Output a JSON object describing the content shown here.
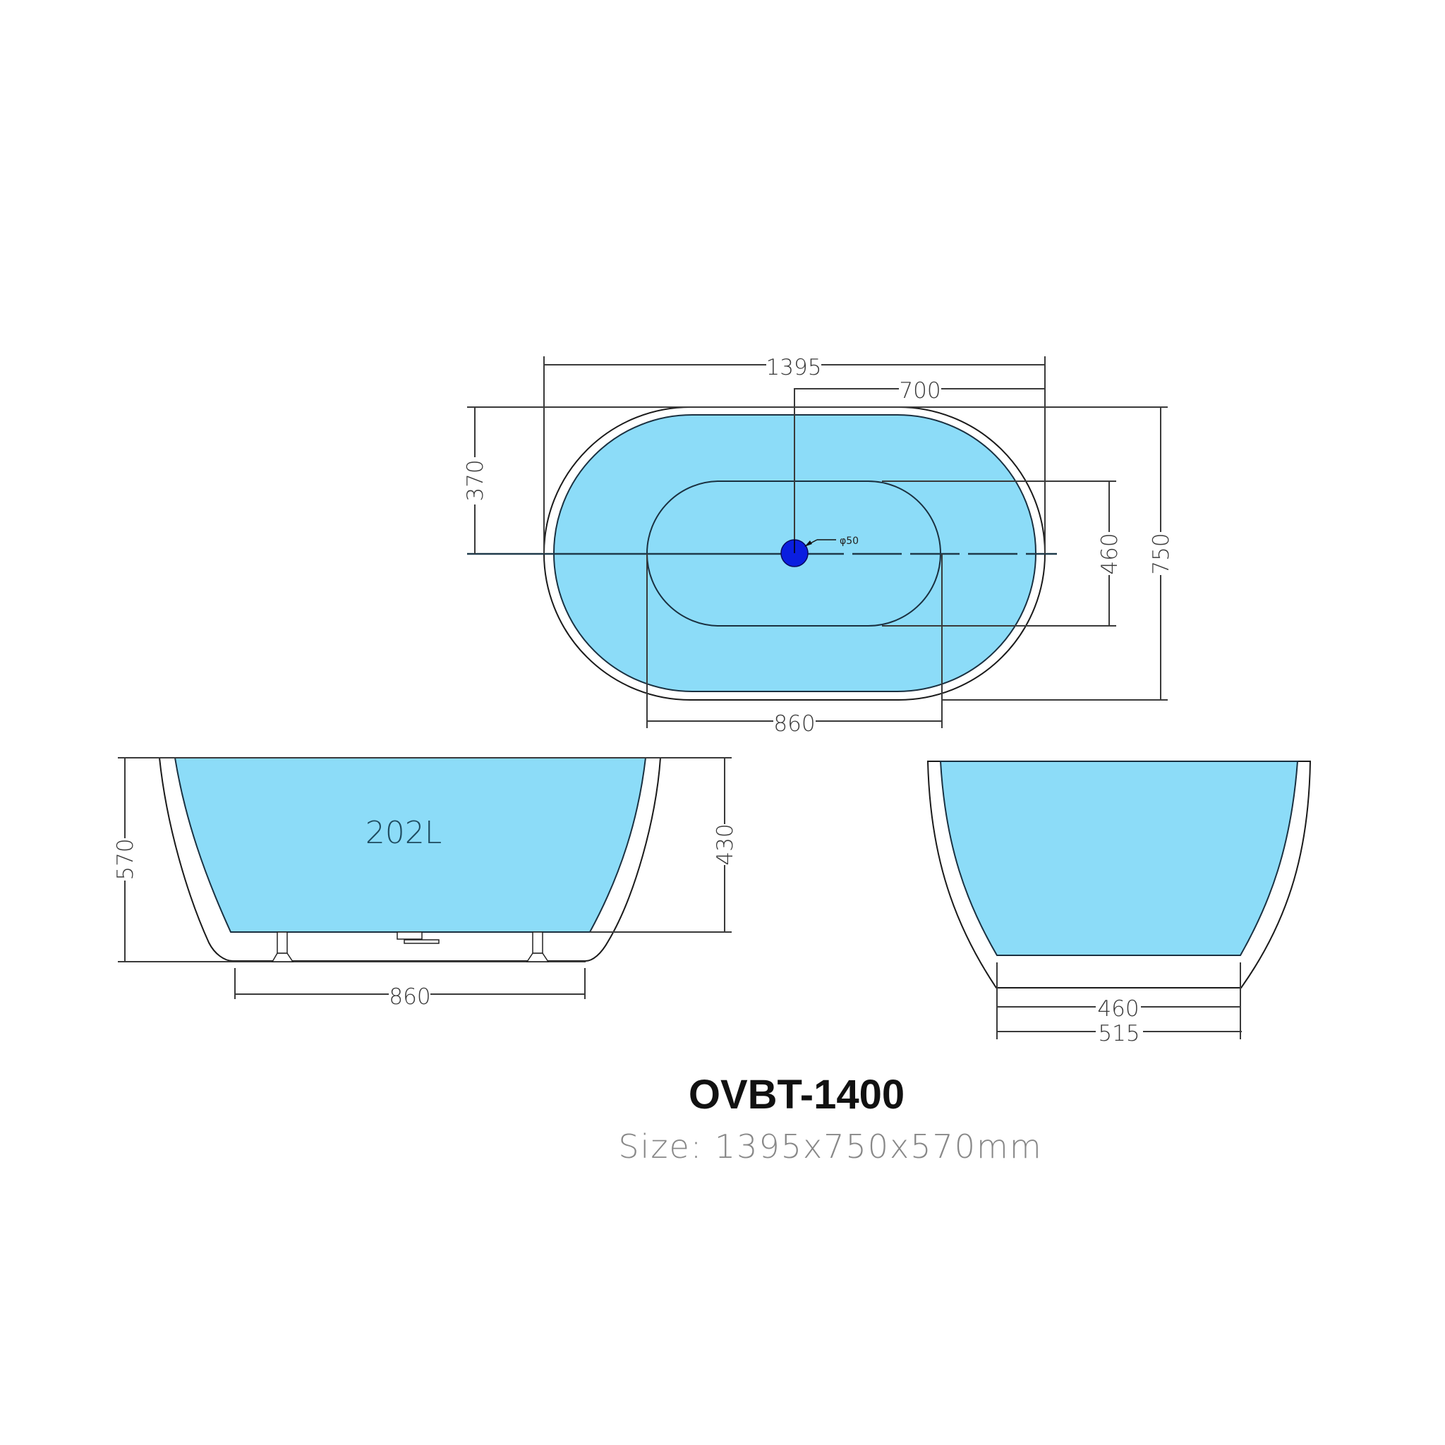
{
  "product": {
    "model": "OVBT-1400",
    "size_label": "Size: 1395x750x570mm"
  },
  "colors": {
    "water_fill": "#8cdcf8",
    "drain": "#0a1ee0",
    "line": "#3a3a3a",
    "title": "#111111",
    "subtitle": "#888888"
  },
  "top_view": {
    "dimensions": {
      "overall_length": "1395",
      "drain_offset": "700",
      "half_width": "370",
      "inner_width": "460",
      "overall_width": "750",
      "inner_length": "860"
    },
    "drain": {
      "icon": "drain-circle-icon",
      "label": "φ50"
    }
  },
  "side_view": {
    "dimensions": {
      "overall_height": "570",
      "water_depth": "430",
      "base_length": "860"
    },
    "volume": "202L"
  },
  "end_view": {
    "dimensions": {
      "inner_base_width": "460",
      "outer_base_width": "515"
    }
  }
}
